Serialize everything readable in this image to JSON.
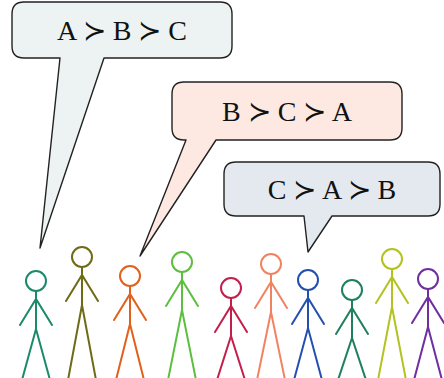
{
  "diagram": {
    "nodes": [
      {
        "text": [
          "A ≻ B ≻ C"
        ]
      },
      {
        "text": [
          "B ≻ C ≻ A"
        ]
      },
      {
        "text": [
          "C ≻ A ≻ B"
        ]
      }
    ]
  }
}
